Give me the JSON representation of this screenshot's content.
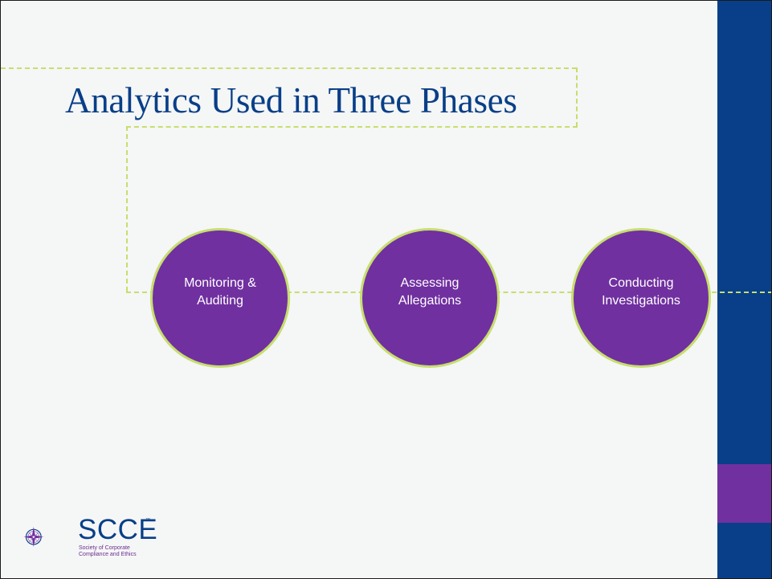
{
  "slide": {
    "title": "Analytics Used in Three Phases",
    "phases": [
      {
        "label": "Monitoring &\nAuditing"
      },
      {
        "label": "Assessing\nAllegations"
      },
      {
        "label": "Conducting\nInvestigations"
      }
    ]
  },
  "logo": {
    "name": "SCCE",
    "trademark": "™",
    "subtitle": "Society of Corporate\nCompliance and Ethics"
  },
  "colors": {
    "title": "#083f88",
    "sidebar": "#083f88",
    "accent": "#7030a0",
    "connector": "#c7de6e",
    "background": "#f5f6f6"
  }
}
